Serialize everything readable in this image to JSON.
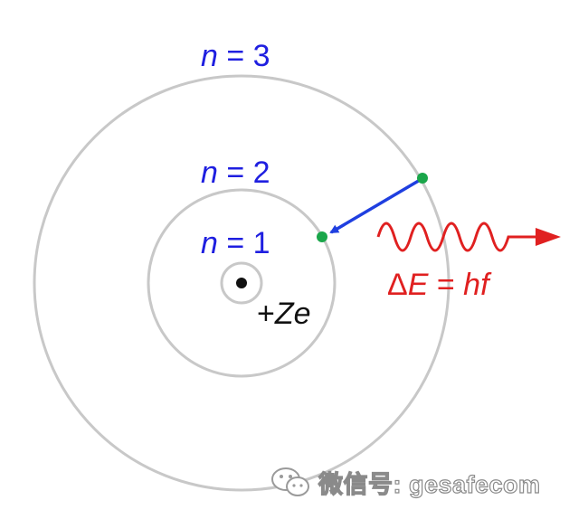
{
  "orbits": [
    {
      "n_label": "n",
      "eq": " = ",
      "value": "1"
    },
    {
      "n_label": "n",
      "eq": " = ",
      "value": "2"
    },
    {
      "n_label": "n",
      "eq": " = ",
      "value": "3"
    }
  ],
  "nucleus": {
    "charge_prefix": "+",
    "charge_symbol": "Ze"
  },
  "emission": {
    "delta": "Δ",
    "E": "E",
    "eq": " = ",
    "hf": "hf"
  },
  "watermark": {
    "text": "微信号: gesafecom",
    "icon": "wechat-icon"
  },
  "colors": {
    "orbit": "#c8c8c8",
    "label_blue": "#1f1fe0",
    "electron_green": "#1aa64a",
    "transition_arrow": "#1f3fe0",
    "photon_red": "#e02020",
    "nucleus_black": "#111111"
  }
}
